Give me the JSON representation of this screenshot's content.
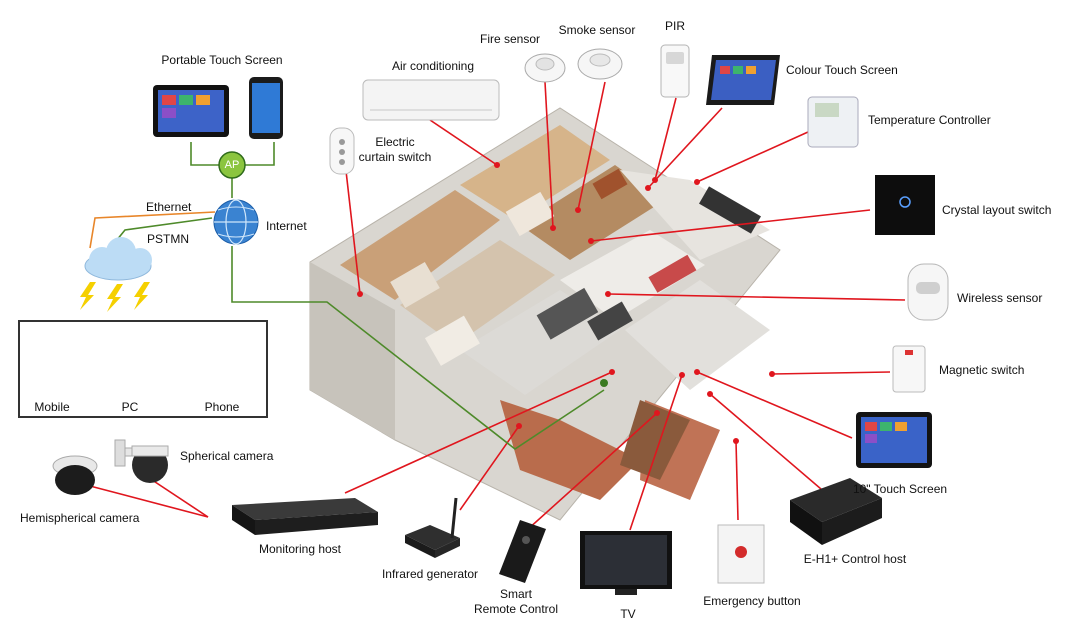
{
  "labels": {
    "portable_touch_screen": "Portable Touch Screen",
    "air_conditioning": "Air conditioning",
    "fire_sensor": "Fire sensor",
    "smoke_sensor": "Smoke sensor",
    "pir": "PIR",
    "colour_touch_screen": "Colour Touch Screen",
    "temperature_controller": "Temperature Controller",
    "electric_curtain_switch_1": "Electric",
    "electric_curtain_switch_2": "curtain switch",
    "ap": "AP",
    "ethernet": "Ethernet",
    "pstmn": "PSTMN",
    "internet": "Internet",
    "crystal_layout_switch": "Crystal layout switch",
    "wireless_sensor": "Wireless sensor",
    "magnetic_switch": "Magnetic switch",
    "mobile": "Mobile",
    "pc": "PC",
    "phone": "Phone",
    "spherical_camera": "Spherical camera",
    "hemispherical_camera": "Hemispherical camera",
    "monitoring_host": "Monitoring host",
    "infrared_generator": "Infrared generator",
    "smart_remote_1": "Smart",
    "smart_remote_2": "Remote Control",
    "tv": "TV",
    "emergency_button": "Emergency button",
    "control_host": "E-H1+ Control host",
    "ten_inch_touch_screen": "10\" Touch Screen"
  },
  "colors": {
    "link_red": "#e0161e",
    "link_green": "#4e8a2a",
    "link_orange": "#e8862a",
    "ap_green": "#8bc53f",
    "cloud_blue": "#bcdcf5",
    "bolt_yellow": "#f5d000"
  }
}
